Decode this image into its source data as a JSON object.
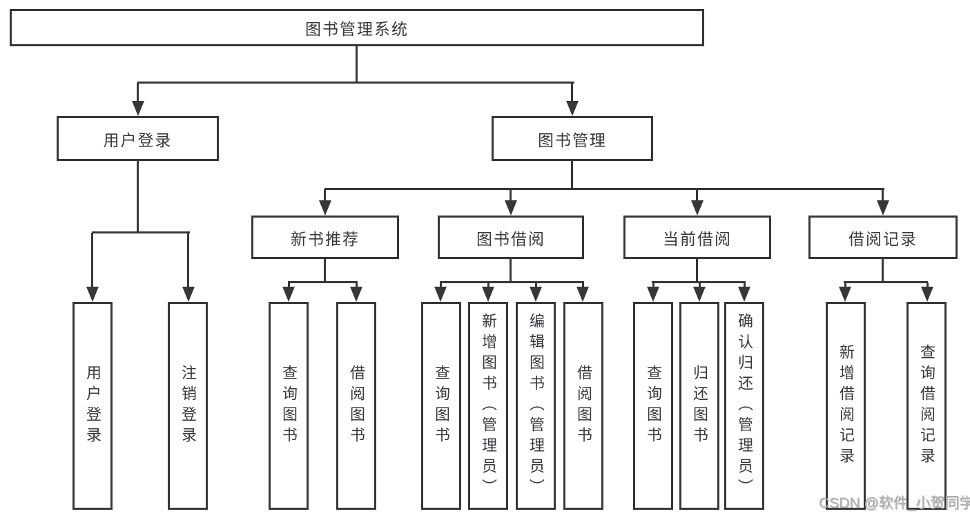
{
  "diagram": {
    "root": {
      "label": "图书管理系统"
    },
    "level2": [
      {
        "label": "用户登录"
      },
      {
        "label": "图书管理"
      }
    ],
    "level3": [
      {
        "label": "新书推荐"
      },
      {
        "label": "图书借阅"
      },
      {
        "label": "当前借阅"
      },
      {
        "label": "借阅记录"
      }
    ],
    "leaves": [
      {
        "label": "用户登录"
      },
      {
        "label": "注销登录"
      },
      {
        "label": "查询图书"
      },
      {
        "label": "借阅图书"
      },
      {
        "label": "查询图书"
      },
      {
        "label": "新增图书（管理员）"
      },
      {
        "label": "编辑图书（管理员）"
      },
      {
        "label": "借阅图书"
      },
      {
        "label": "查询图书"
      },
      {
        "label": "归还图书"
      },
      {
        "label": "确认归还（管理员）"
      },
      {
        "label": "新增借阅记录"
      },
      {
        "label": "查询借阅记录"
      }
    ]
  },
  "watermark": "CSDN @软件_小贺同学"
}
